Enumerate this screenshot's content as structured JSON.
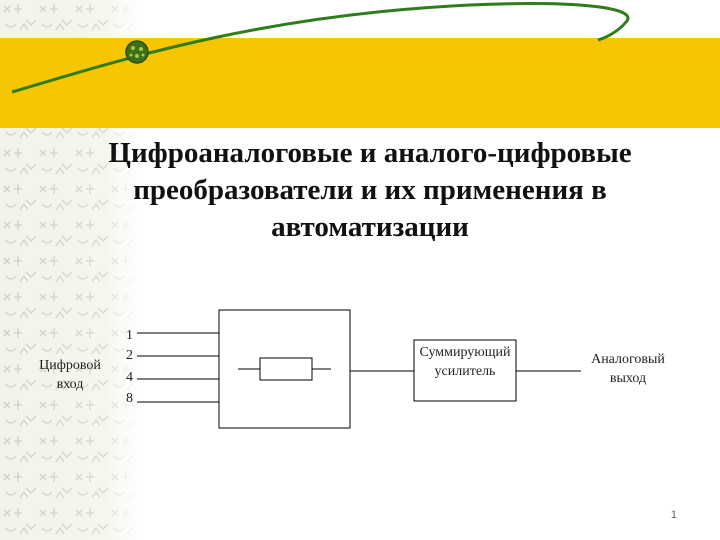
{
  "slide": {
    "title_lines": [
      "Цифроаналоговые и аналого-цифровые",
      "преобразователи и их применения в",
      "автоматизации"
    ],
    "page_number": "1"
  },
  "diagram": {
    "input_label_lines": [
      "Цифровой",
      "вход"
    ],
    "bit_labels": [
      "1",
      "2",
      "4",
      "8"
    ],
    "amplifier_label_lines": [
      "Суммирующий",
      "усилитель"
    ],
    "output_label_lines": [
      "Аналоговый",
      "выход"
    ]
  },
  "colors": {
    "banner": "#f7c600",
    "swoosh": "#2e7d1a",
    "pattern": "#c8c8c0"
  }
}
